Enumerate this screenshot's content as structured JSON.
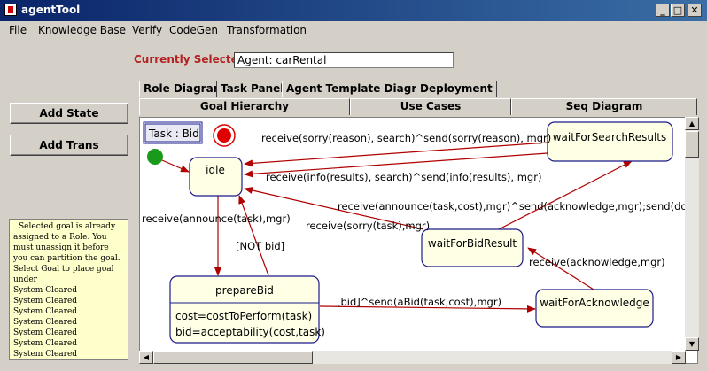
{
  "window": {
    "title": "agentTool",
    "min_label": "_",
    "max_label": "□",
    "close_label": "✕"
  },
  "menu": [
    "File",
    "Knowledge Base",
    "Verify",
    "CodeGen",
    "Transformation"
  ],
  "left": {
    "add_state": "Add State",
    "add_trans": "Add Trans",
    "log": [
      "Selected goal is already assigned to a Role.  You must unassign it before you can partition the goal.",
      "Select Goal to place goal under",
      "System Cleared",
      "System Cleared",
      "System Cleared",
      "System Cleared",
      "System Cleared",
      "System Cleared",
      "System Cleared"
    ]
  },
  "selection": {
    "label": "Currently Selected",
    "value": "Agent: carRental"
  },
  "tabs": [
    "Role Diagram",
    "Task Panel",
    "Agent Template Diagram",
    "Deployment"
  ],
  "subtabs": [
    "Goal Hierarchy",
    "Use Cases",
    "Seq Diagram"
  ],
  "diagram": {
    "task_label": "Task : Bid",
    "states": {
      "idle": "idle",
      "prepareBid": "prepareBid",
      "prepareBid_a1": "cost=costToPerform(task)",
      "prepareBid_a2": "bid=acceptability(cost,task)",
      "waitForSearchResults": "waitForSearchResults",
      "waitForBidResult": "waitForBidResult",
      "waitForAcknowledge": "waitForAcknowledge"
    },
    "transitions": {
      "t1": "receive(sorry(reason), search)^send(sorry(reason), mgr)",
      "t2": "receive(info(results), search)^send(info(results), mgr)",
      "t3": "receive(announce(task,cost),mgr)^send(acknowledge,mgr);send(do(task),search)",
      "t4": "receive(sorry(task),mgr)",
      "t5": "receive(announce(task),mgr)",
      "t6": "[NOT bid]",
      "t7": "[bid]^send(aBid(task,cost),mgr)",
      "t8": "receive(acknowledge,mgr)"
    },
    "colors": {
      "state_fill": "#ffffe6",
      "state_border": "#1a1a8c",
      "arrow": "#b00000",
      "start": "#1a9a1a",
      "end": "#e00000"
    }
  }
}
